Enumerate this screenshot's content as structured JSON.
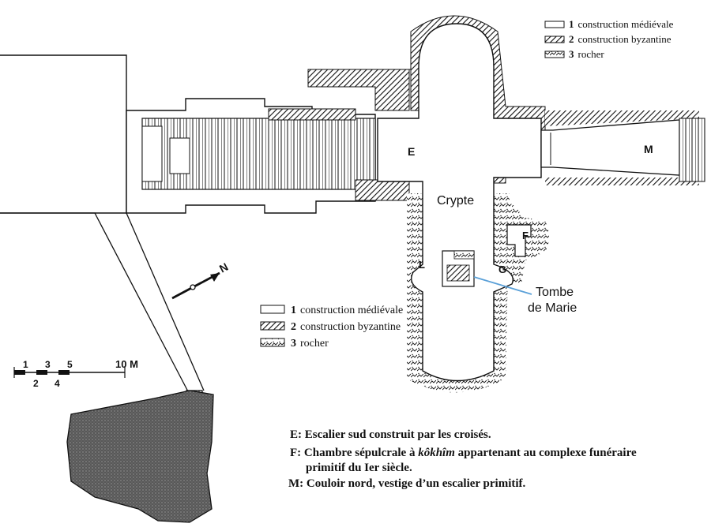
{
  "legend_top": {
    "items": [
      {
        "num": "1",
        "label": "construction médiévale"
      },
      {
        "num": "2",
        "label": "construction byzantine"
      },
      {
        "num": "3",
        "label": "rocher"
      }
    ]
  },
  "legend_mid": {
    "items": [
      {
        "num": "1",
        "label": "construction médiévale"
      },
      {
        "num": "2",
        "label": "construction byzantine"
      },
      {
        "num": "3",
        "label": "rocher"
      }
    ]
  },
  "plan_labels": {
    "E": "E",
    "M": "M",
    "F": "F",
    "L": "L",
    "G": "G",
    "crypte": "Crypte",
    "tombe_line1": "Tombe",
    "tombe_line2": "de Marie"
  },
  "north": "N",
  "scale": {
    "top_ticks": [
      "1",
      "3",
      "5"
    ],
    "bottom_ticks": [
      "2",
      "4"
    ],
    "end_label": "10 M"
  },
  "notes": [
    {
      "key": "E",
      "text": "Escalier sud construit par les croisés."
    },
    {
      "key": "F",
      "text_before": "Chambre sépulcrale à ",
      "text_em": "kôkhîm",
      "text_after": " appartenant au complexe funéraire"
    },
    {
      "key": "",
      "text_cont": "primitif du Ier siècle."
    },
    {
      "key": "M",
      "text": "Couloir nord, vestige d’un escalier primitif."
    }
  ],
  "colors": {
    "ink": "#111111",
    "annotation_line": "#5aa0d8",
    "rock_fill": "#5a5a5a"
  }
}
